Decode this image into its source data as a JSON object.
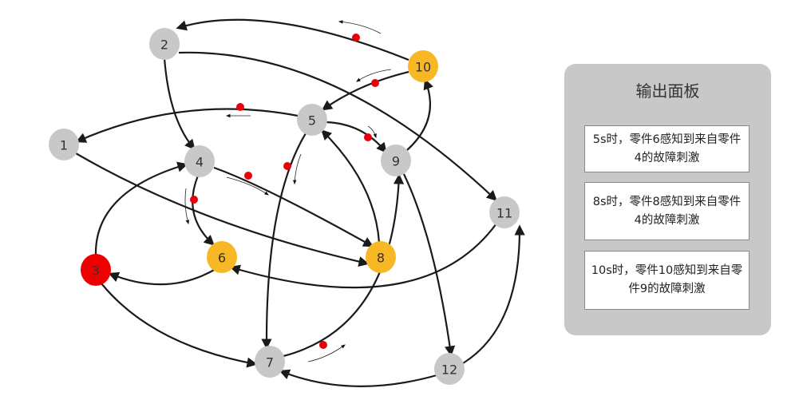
{
  "nodes": [
    {
      "id": "1",
      "state": "normal"
    },
    {
      "id": "2",
      "state": "normal"
    },
    {
      "id": "3",
      "state": "fault"
    },
    {
      "id": "4",
      "state": "normal"
    },
    {
      "id": "5",
      "state": "normal"
    },
    {
      "id": "6",
      "state": "sensed"
    },
    {
      "id": "7",
      "state": "normal"
    },
    {
      "id": "8",
      "state": "sensed"
    },
    {
      "id": "9",
      "state": "normal"
    },
    {
      "id": "10",
      "state": "sensed"
    },
    {
      "id": "11",
      "state": "normal"
    },
    {
      "id": "12",
      "state": "normal"
    }
  ],
  "colors": {
    "normal": "#c8c8c8",
    "sensed": "#f8b826",
    "fault": "#ee0000",
    "signal": "#e8000b"
  },
  "edges": [
    {
      "from": "10",
      "to": "2",
      "signal": true
    },
    {
      "from": "2",
      "to": "4",
      "signal": false
    },
    {
      "from": "2",
      "to": "11",
      "signal": false
    },
    {
      "from": "10",
      "to": "5",
      "signal": true
    },
    {
      "from": "5",
      "to": "1",
      "signal": true
    },
    {
      "from": "5",
      "to": "9",
      "signal": true
    },
    {
      "from": "5",
      "to": "7",
      "signal": true
    },
    {
      "from": "4",
      "to": "8",
      "signal": true
    },
    {
      "from": "4",
      "to": "6",
      "signal": true
    },
    {
      "from": "1",
      "to": "8",
      "signal": false
    },
    {
      "from": "3",
      "to": "4",
      "signal": false
    },
    {
      "from": "6",
      "to": "3",
      "signal": false
    },
    {
      "from": "3",
      "to": "7",
      "signal": false
    },
    {
      "from": "8",
      "to": "5",
      "signal": false
    },
    {
      "from": "7",
      "to": "9",
      "signal": true
    },
    {
      "from": "9",
      "to": "10",
      "signal": false
    },
    {
      "from": "9",
      "to": "12",
      "signal": false
    },
    {
      "from": "11",
      "to": "6",
      "signal": false
    },
    {
      "from": "12",
      "to": "11",
      "signal": false
    },
    {
      "from": "12",
      "to": "7",
      "signal": false
    }
  ],
  "panel": {
    "title": "输出面板",
    "messages": [
      "5s时，零件6感知到来自零件4的故障刺激",
      "8s时，零件8感知到来自零件4的故障刺激",
      "10s时，零件10感知到来自零件9的故障刺激"
    ]
  }
}
